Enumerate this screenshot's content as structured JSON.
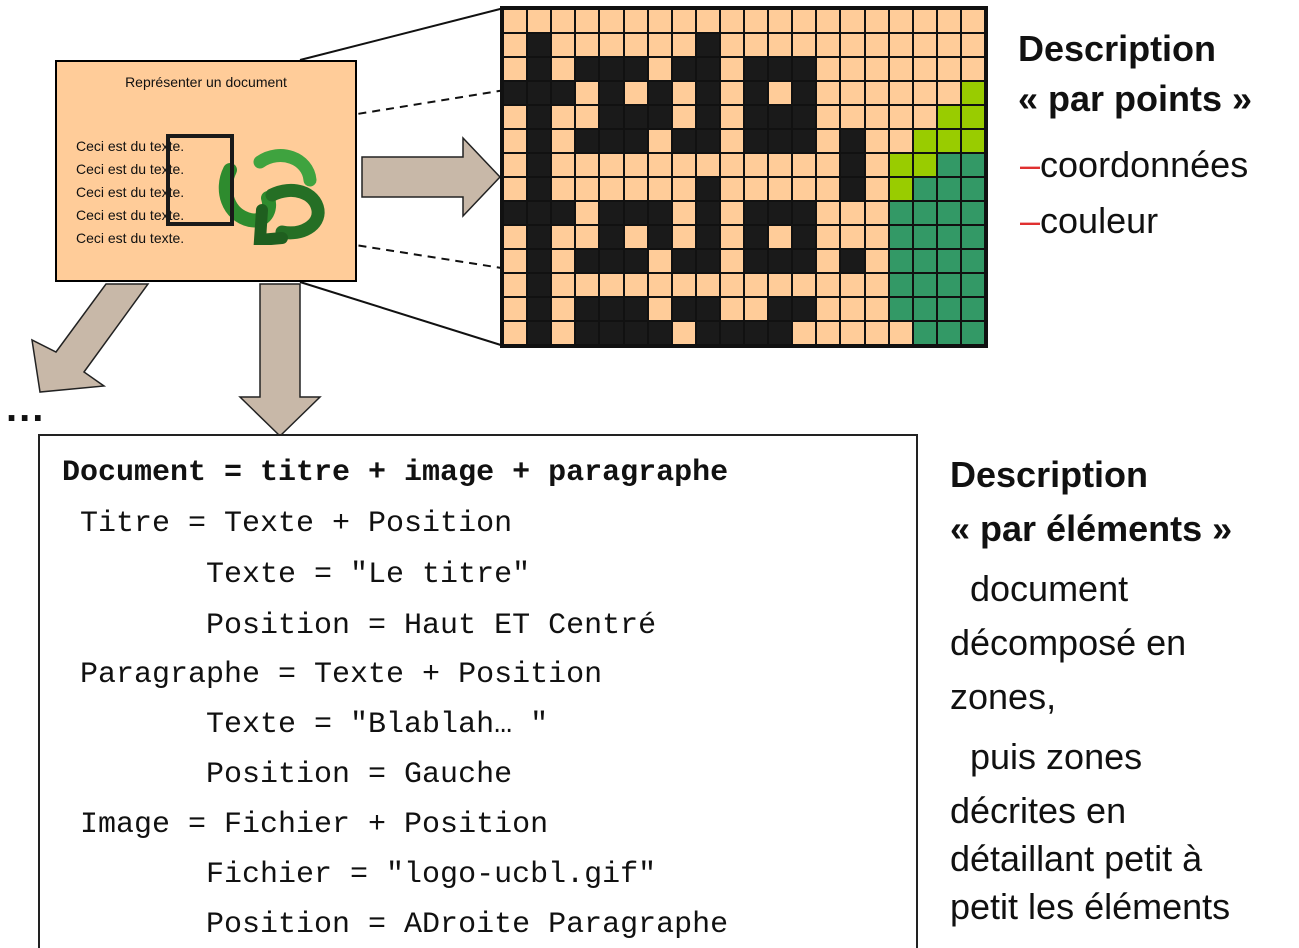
{
  "document_mock": {
    "title": "Représenter un document",
    "lines": [
      "Ceci est du texte.",
      "Ceci est du texte.",
      "Ceci est du texte.",
      "Ceci est du texte.",
      "Ceci est du texte."
    ]
  },
  "ellipsis": "...",
  "points_section": {
    "heading_line1": "Description",
    "heading_line2": "« par points »",
    "bullets": [
      "coordonnées",
      "couleur"
    ],
    "bullet_marker": "–",
    "bullet_marker_color": "#e03030"
  },
  "elements_section": {
    "heading_line1": "Description",
    "heading_line2": "« par éléments »",
    "lines": [
      "  document",
      "décomposé en",
      "zones,",
      "  puis zones",
      "décrites en",
      "détaillant petit à",
      "petit les éléments"
    ]
  },
  "code": {
    "lines": [
      "Document = titre + image + paragraphe",
      " Titre = Texte + Position",
      "        Texte = \"Le titre\"",
      "        Position = Haut ET Centré",
      " Paragraphe = Texte + Position",
      "        Texte = \"Blablah… \"",
      "        Position = Gauche",
      " Image = Fichier + Position",
      "        Fichier = \"logo-ucbl.gif\"",
      "        Position = ADroite Paragraphe"
    ]
  },
  "logo": {
    "icon": "ucbl-logo-icon",
    "color": "#2e8b2e"
  },
  "colors": {
    "paper": "#ffcc99",
    "ink": "#1a1a1a",
    "light_green": "#99cc00",
    "dark_green": "#339966",
    "arrow_fill": "#c8b8a8"
  },
  "pixel_grid": {
    "cols": 20,
    "rows": 14,
    "legend": "k = black, l = light green, g = dark green, . = paper",
    "cells": [
      "....................",
      ".k......k...........",
      ".k.kkk.kk.kkk.......",
      "kkk.k.k.k.k.k......l",
      ".k..kkk.k.kkk.....ll",
      ".k.kkk.kk.kkk.k..lll",
      ".k............k.llgg",
      ".k......k.....k.lggg",
      "kkk.kkk.k.kkk...gggg",
      ".k..k.k.k.k.k...gggg",
      ".k.kkk.kk.kkk.k.gggg",
      ".k..............gggg",
      ".k.kkk.kk..kk...gggg",
      ".k.kkkk.kkkk.....ggg"
    ]
  }
}
